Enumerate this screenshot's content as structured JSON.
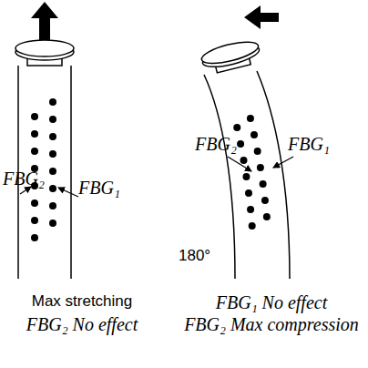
{
  "diagram": {
    "labels": [
      "FBG₂",
      "FBG₁",
      "Max stretching",
      "FBG₂ No effect",
      "FBG₂",
      "FBG₁",
      "180°",
      "FBG₁ No effect",
      "FBG₂ Max compression"
    ]
  }
}
